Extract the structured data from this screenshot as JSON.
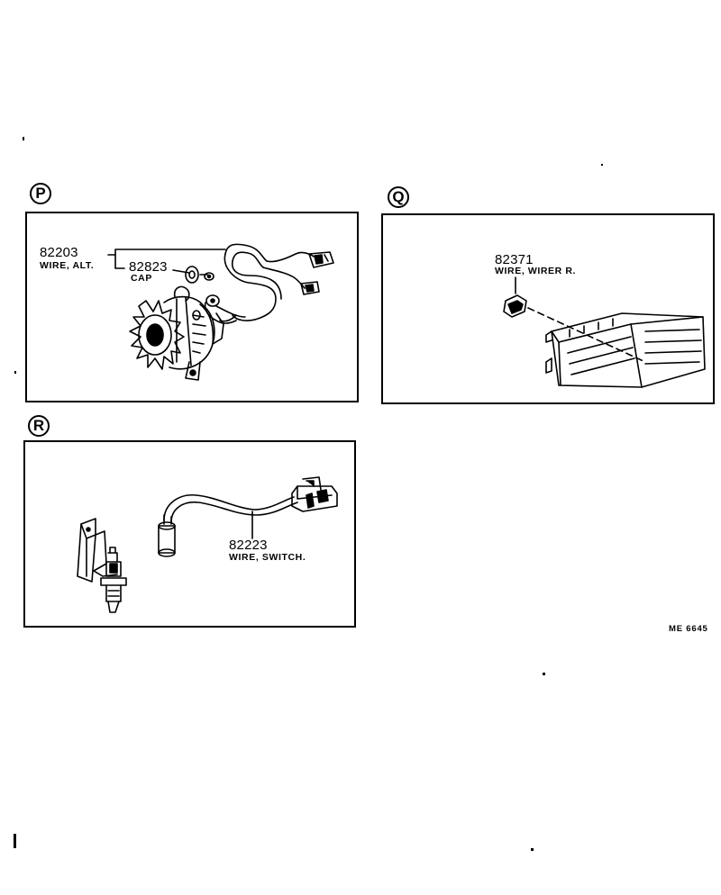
{
  "sections": {
    "p": {
      "badge": "P",
      "parts": [
        {
          "number": "82203",
          "name": "WIRE, ALT."
        },
        {
          "number": "82823",
          "name": "CAP"
        }
      ]
    },
    "q": {
      "badge": "Q",
      "parts": [
        {
          "number": "82371",
          "name": "WIRE, WIRER R."
        }
      ]
    },
    "r": {
      "badge": "R",
      "parts": [
        {
          "number": "82223",
          "name": "WIRE, SWITCH."
        }
      ]
    }
  },
  "drawing_code": "ME 6645"
}
